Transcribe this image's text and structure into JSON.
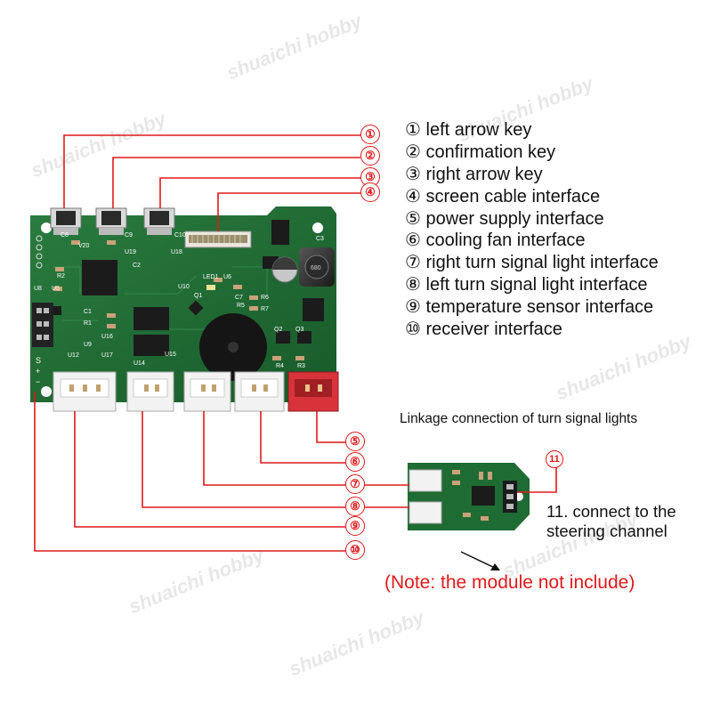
{
  "watermark": "shuaichi hobby",
  "legend": [
    {
      "num": "①",
      "label": "left arrow key"
    },
    {
      "num": "②",
      "label": "confirmation key"
    },
    {
      "num": "③",
      "label": "right arrow key"
    },
    {
      "num": "④",
      "label": "screen cable interface"
    },
    {
      "num": "⑤",
      "label": "power supply interface"
    },
    {
      "num": "⑥",
      "label": "cooling fan interface"
    },
    {
      "num": "⑦",
      "label": "right turn signal light interface"
    },
    {
      "num": "⑧",
      "label": "left turn signal light interface"
    },
    {
      "num": "⑨",
      "label": "temperature sensor interface"
    },
    {
      "num": "⑩",
      "label": "receiver interface"
    }
  ],
  "callouts": [
    "①",
    "②",
    "③",
    "④",
    "⑤",
    "⑥",
    "⑦",
    "⑧",
    "⑨",
    "⑩",
    "11"
  ],
  "linkage_title": "Linkage connection of turn signal lights",
  "steering_note": "11. connect to the steering channel",
  "module_note": "(Note: the module not include)",
  "board_labels": {
    "c8": "C8",
    "c9": "C9",
    "c10": "C10",
    "v20": "V20",
    "u19": "U19",
    "u18": "U18",
    "c2": "C2",
    "r2": "R2",
    "u8": "U8",
    "u5": "U5",
    "c1": "C1",
    "r1": "R1",
    "u16": "U16",
    "u9": "U9",
    "u12": "U12",
    "u17": "U17",
    "u14": "U14",
    "u15": "U15",
    "u10": "U10",
    "q1": "Q1",
    "led1": "LED1",
    "u6": "U6",
    "c7": "C7",
    "r6": "R6",
    "r5": "R5",
    "r7": "R7",
    "q2": "Q2",
    "q3": "Q3",
    "r4": "R4",
    "r3": "R3",
    "c3": "C3",
    "inductor": "680",
    "pin_s": "S",
    "pin_plus": "+",
    "pin_minus": "−"
  },
  "colors": {
    "callout": "#e0191b",
    "pcb": "#1f6b34",
    "connector": "#f2f2f2",
    "power_connector": "#d8333a"
  }
}
